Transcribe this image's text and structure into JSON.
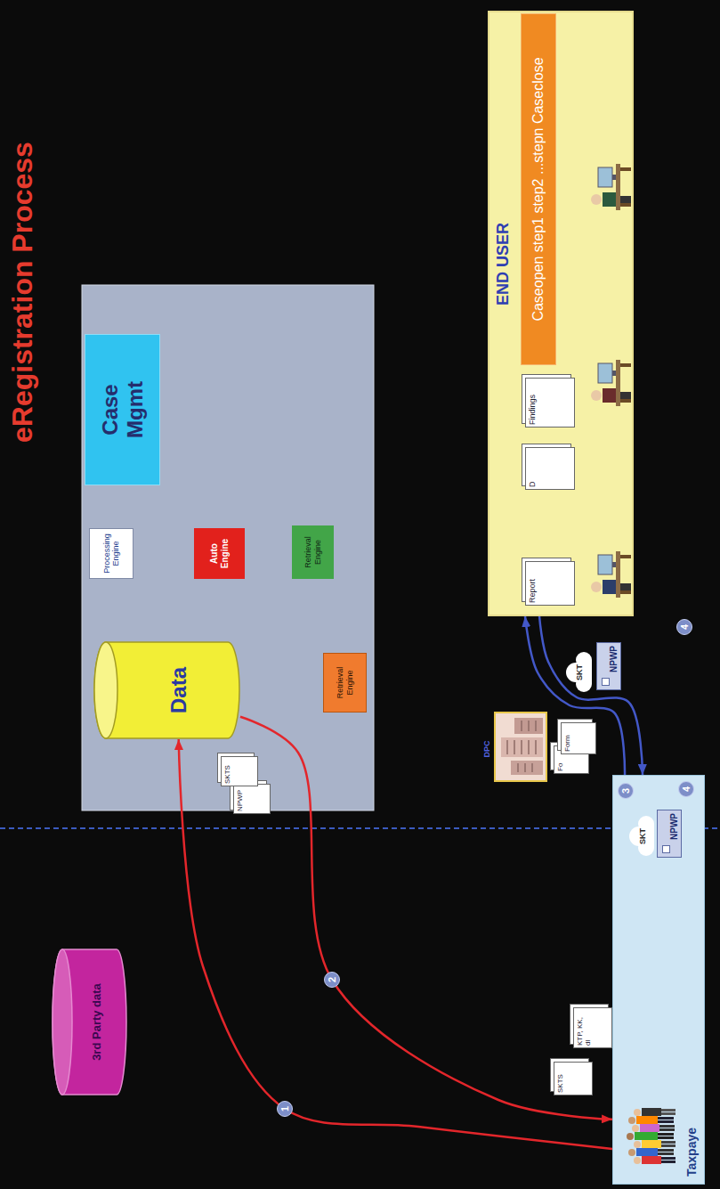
{
  "diagram": {
    "title": "eRegistration Process",
    "nodes": [
      {
        "text": [
          "3rd Party data"
        ]
      },
      {
        "text": []
      },
      {
        "text": [
          "Data"
        ],
        "in": 1
      },
      {
        "text": [
          "Processing Engine"
        ],
        "in": 1
      },
      {
        "text": [
          "Auto Engine"
        ],
        "in": 1
      },
      {
        "text": [
          "Retrieval Engine"
        ],
        "in": 1
      },
      {
        "text": [
          "Retrieval Engine"
        ],
        "in": 1
      },
      {
        "text": [
          "Case Mgmt"
        ],
        "in": 1
      },
      {
        "text": [
          "END USER"
        ]
      },
      {
        "text": [
          "Caseopen step1 step2 ...stepn Caseclose"
        ],
        "in": 8
      },
      {
        "text": [
          "Taxpaye"
        ]
      }
    ],
    "edges": [
      {
        "from": 10,
        "to": 2,
        "arrow": "to",
        "label": "1"
      },
      {
        "from": 2,
        "to": 10,
        "arrow": "to",
        "label": "2"
      },
      {
        "from": 10,
        "to": 8,
        "arrow": "to"
      },
      {
        "from": 8,
        "to": 10,
        "arrow": "to"
      }
    ],
    "labels": [
      "NPWP",
      "SKTS",
      "DPC",
      "Fo",
      "Form",
      "Report",
      "D",
      "Findings",
      "SKT",
      "NPWP",
      "SKTS",
      "KTP, KK, dl",
      "SKT",
      "NPWP",
      "3",
      "4",
      "4"
    ]
  }
}
